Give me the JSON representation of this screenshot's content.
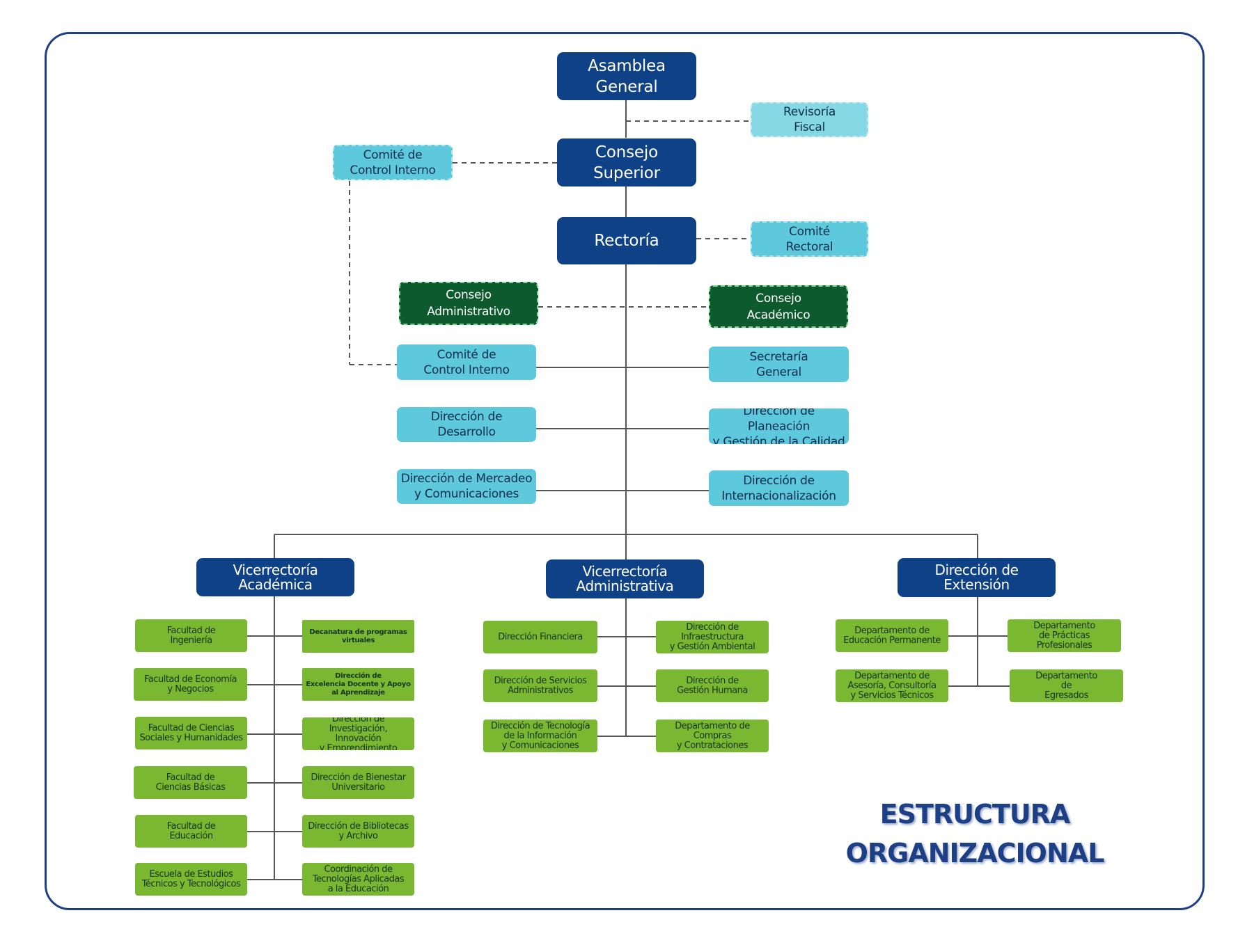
{
  "top": {
    "asamblea": "Asamblea\nGeneral",
    "revisoria": "Revisoría\nFiscal",
    "comite_control_top": "Comité de\nControl Interno",
    "consejo_superior": "Consejo\nSuperior",
    "rectoria": "Rectoría",
    "comite_rectoral": "Comité\nRectoral",
    "consejo_administrativo": "Consejo\nAdministrativo",
    "consejo_academico": "Consejo\nAcadémico"
  },
  "staff": {
    "comite_control": "Comité de\nControl Interno",
    "secretaria": "Secretaría\nGeneral",
    "desarrollo": "Dirección de\nDesarrollo",
    "planeacion": "Dirección de Planeación\ny Gestión de la Calidad",
    "mercadeo": "Dirección de Mercadeo\ny Comunicaciones",
    "internacionalizacion": "Dirección de\nInternacionalización"
  },
  "academica": {
    "title": "Vicerrectoría\nAcadémica",
    "left": [
      "Facultad de\nIngeniería",
      "Facultad de Economía\ny Negocios",
      "Facultad de Ciencias\nSociales y Humanidades",
      "Facultad de\nCiencias Básicas",
      "Facultad de\nEducación",
      "Escuela de Estudios\nTécnicos y Tecnológicos"
    ],
    "right": [
      "Decanatura de programas\nvirtuales",
      "Dirección de\nExcelencia Docente y Apoyo\nal Aprendizaje",
      "Dirección de\nInvestigación, Innovación\ny Emprendimiento",
      "Dirección de Bienestar\nUniversitario",
      "Dirección de Bibliotecas\ny Archivo",
      "Coordinación de\nTecnologías Aplicadas\na la Educación"
    ]
  },
  "administrativa": {
    "title": "Vicerrectoría\nAdministrativa",
    "left": [
      "Dirección Financiera",
      "Dirección de Servicios\nAdministrativos",
      "Dirección de Tecnología\nde la Información\ny Comunicaciones"
    ],
    "right": [
      "Dirección de\nInfraestructura\ny Gestión Ambiental",
      "Dirección de\nGestión Humana",
      "Departamento de\nCompras\ny Contrataciones"
    ]
  },
  "extension": {
    "title": "Dirección de\nExtensión",
    "left": [
      "Departamento de\nEducación Permanente",
      "Departamento de\nAsesoría, Consultoría\ny Servicios Técnicos"
    ],
    "right": [
      "Departamento\nde Prácticas\nProfesionales",
      "Departamento\nde\nEgresados"
    ]
  },
  "title": "ESTRUCTURA\nORGANIZACIONAL",
  "colors": {
    "navy": "#0f4186",
    "cyan": "#5ec8dd",
    "dark_green": "#0e5a2f",
    "green": "#7ab832",
    "frame": "#1d3f86"
  }
}
